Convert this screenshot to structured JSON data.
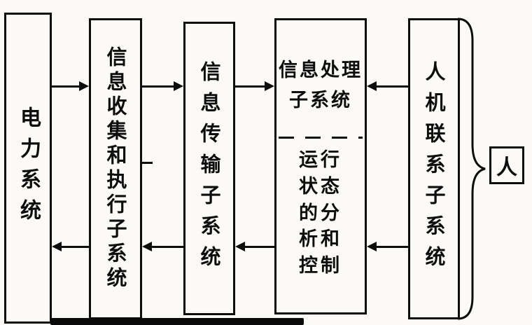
{
  "diagram": {
    "description": "Block diagram of a power-system automation information flow with subsystems and a human operator",
    "colors": {
      "ink": "#0d0d0d",
      "paper": "#fbfaf6"
    },
    "boxes": {
      "power_system": {
        "label": "电力系统"
      },
      "info_collection": {
        "label": "信息收集和执行子系统"
      },
      "info_transmission": {
        "label": "信息传输子系统"
      },
      "info_processing": {
        "title_line1": "信息处理",
        "title_line2": "子系统",
        "rows": [
          "运行",
          "状态",
          "的分",
          "析和",
          "控制"
        ],
        "bottom_full_text": "运行状态的分析和控制"
      },
      "man_machine": {
        "label": "人机联系子系统"
      },
      "human": {
        "label": "人"
      }
    },
    "arrows": [
      {
        "path": "top",
        "from": "电力系统",
        "to": "信息收集和执行子系统",
        "direction": "right"
      },
      {
        "path": "top",
        "from": "信息收集和执行子系统",
        "to": "信息传输子系统",
        "direction": "right"
      },
      {
        "path": "top",
        "from": "信息传输子系统",
        "to": "信息处理子系统",
        "direction": "right"
      },
      {
        "path": "top",
        "from": "人机联系子系统",
        "to": "信息处理子系统",
        "direction": "left"
      },
      {
        "path": "bottom",
        "from": "信息收集和执行子系统",
        "to": "电力系统",
        "direction": "left"
      },
      {
        "path": "bottom",
        "from": "信息传输子系统",
        "to": "信息收集和执行子系统",
        "direction": "left"
      },
      {
        "path": "bottom",
        "from": "信息处理子系统",
        "to": "信息传输子系统",
        "direction": "left"
      },
      {
        "path": "bottom",
        "from": "人机联系子系统",
        "to": "信息处理子系统",
        "direction": "left"
      }
    ],
    "brace": {
      "groups": "人机联系子系统",
      "points_to": "人"
    }
  }
}
